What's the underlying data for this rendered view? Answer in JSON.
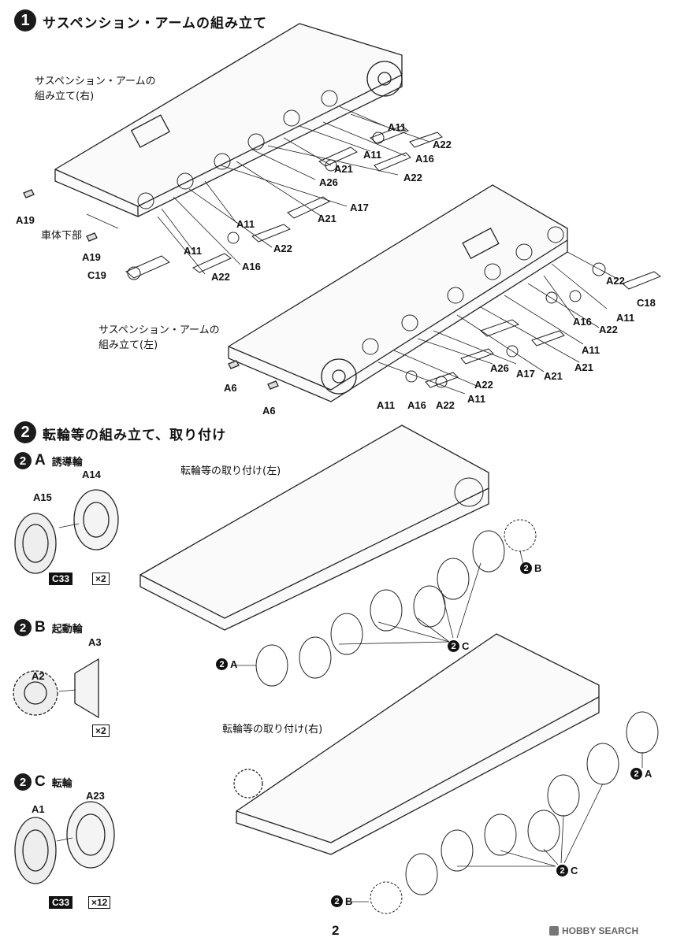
{
  "step1": {
    "number": "1",
    "title": "サスペンション・アームの組み立て",
    "caption_right": [
      "サスペンション・アームの",
      "組み立て(右)"
    ],
    "caption_left": [
      "サスペンション・アームの",
      "組み立て(左)"
    ],
    "hull_label": "車体下部",
    "part_labels_right": [
      "A11",
      "A22",
      "A16",
      "A11",
      "A21",
      "A22",
      "A26",
      "A21",
      "A17",
      "A11",
      "A22",
      "A16",
      "A11",
      "A22",
      "A19",
      "A19",
      "C19"
    ],
    "part_labels_left": [
      "A22",
      "C18",
      "A11",
      "A16",
      "A22",
      "A11",
      "A26",
      "A17",
      "A21",
      "A21",
      "A22",
      "A11",
      "A11",
      "A16",
      "A22",
      "A6",
      "A6"
    ]
  },
  "step2": {
    "number": "2",
    "title": "転輪等の組み立て、取り付け",
    "A": {
      "num": "2",
      "letter": "A",
      "name": "誘導輪",
      "parts": [
        "A14",
        "A15"
      ],
      "tag": "C33",
      "qty": "×2"
    },
    "B": {
      "num": "2",
      "letter": "B",
      "name": "起動輪",
      "parts": [
        "A3",
        "A2"
      ],
      "qty": "×2"
    },
    "C": {
      "num": "2",
      "letter": "C",
      "name": "転輪",
      "parts": [
        "A23",
        "A1"
      ],
      "tag": "C33",
      "qty": "×12"
    },
    "caption_left": "転輪等の取り付け(左)",
    "caption_right": "転輪等の取り付け(右)",
    "callout_num": "2",
    "callouts": [
      "B",
      "C",
      "A",
      "A",
      "C",
      "B"
    ]
  },
  "footer": {
    "page_number": "2",
    "watermark": "HOBBY SEARCH"
  }
}
